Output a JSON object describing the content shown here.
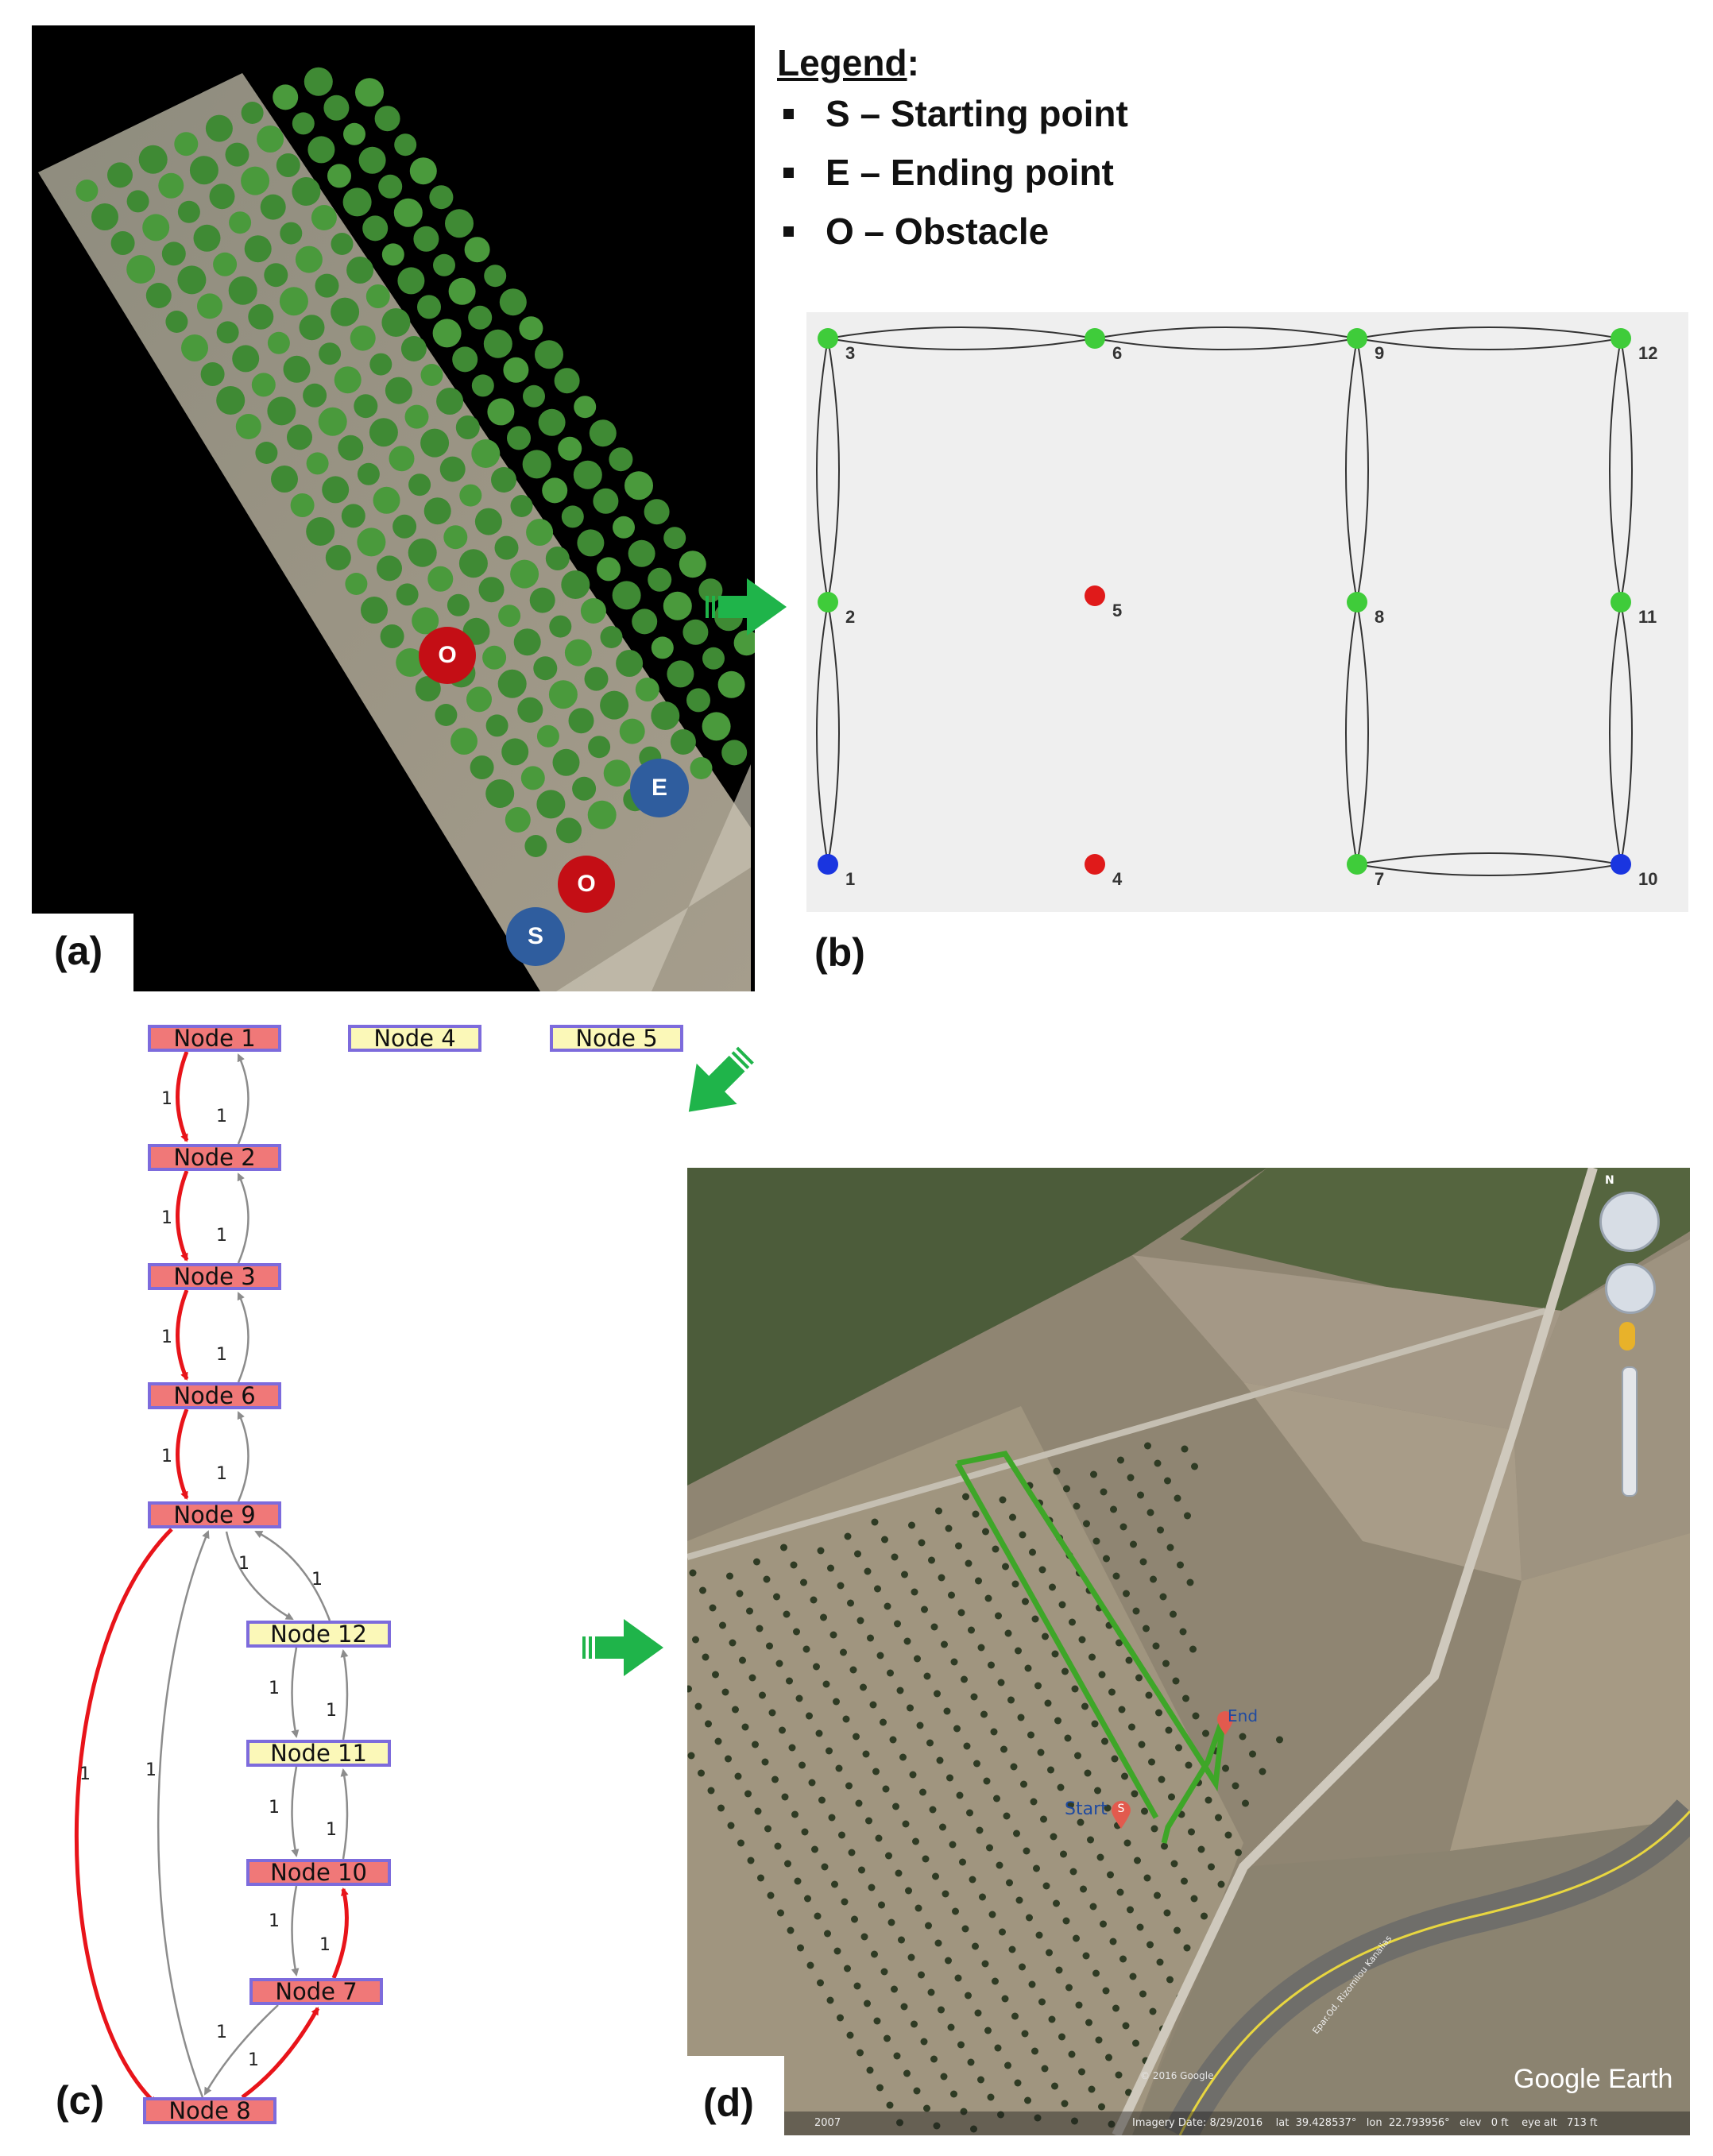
{
  "legend": {
    "title": "Legend",
    "items": [
      "S – Starting point",
      "E – Ending point",
      "O – Obstacle"
    ]
  },
  "panel_labels": {
    "a": "(a)",
    "b": "(b)",
    "c": "(c)",
    "d": "(d)"
  },
  "markers_a": {
    "obstacle": "O",
    "end": "E",
    "start": "S"
  },
  "graph_b": {
    "nodes": [
      {
        "id": "1",
        "color": "blue"
      },
      {
        "id": "2",
        "color": "green"
      },
      {
        "id": "3",
        "color": "green"
      },
      {
        "id": "4",
        "color": "red"
      },
      {
        "id": "5",
        "color": "red"
      },
      {
        "id": "6",
        "color": "green"
      },
      {
        "id": "7",
        "color": "green"
      },
      {
        "id": "8",
        "color": "green"
      },
      {
        "id": "9",
        "color": "green"
      },
      {
        "id": "10",
        "color": "blue"
      },
      {
        "id": "11",
        "color": "green"
      },
      {
        "id": "12",
        "color": "green"
      }
    ],
    "edges": [
      [
        "1",
        "2"
      ],
      [
        "2",
        "3"
      ],
      [
        "3",
        "6"
      ],
      [
        "6",
        "9"
      ],
      [
        "9",
        "12"
      ],
      [
        "9",
        "8"
      ],
      [
        "8",
        "7"
      ],
      [
        "12",
        "11"
      ],
      [
        "11",
        "10"
      ],
      [
        "7",
        "10"
      ]
    ]
  },
  "graph_c": {
    "nodes": [
      {
        "id": "node1",
        "label": "Node 1",
        "on_path": true
      },
      {
        "id": "node4",
        "label": "Node 4",
        "on_path": false
      },
      {
        "id": "node5",
        "label": "Node 5",
        "on_path": false
      },
      {
        "id": "node2",
        "label": "Node 2",
        "on_path": true
      },
      {
        "id": "node3",
        "label": "Node 3",
        "on_path": true
      },
      {
        "id": "node6",
        "label": "Node 6",
        "on_path": true
      },
      {
        "id": "node9",
        "label": "Node 9",
        "on_path": true
      },
      {
        "id": "node12",
        "label": "Node 12",
        "on_path": false
      },
      {
        "id": "node11",
        "label": "Node 11",
        "on_path": false
      },
      {
        "id": "node10",
        "label": "Node 10",
        "on_path": true
      },
      {
        "id": "node7",
        "label": "Node 7",
        "on_path": true
      },
      {
        "id": "node8",
        "label": "Node 8",
        "on_path": true
      }
    ],
    "edge_weight": "1"
  },
  "map_d": {
    "start_label": "Start",
    "end_label": "End",
    "start_pin": "S",
    "watermark": "Google Earth",
    "copyright": "© 2016 Google",
    "status_bar": "Imagery Date: 8/29/2016    lat  39.428537°   lon  22.793956°   elev   0 ft    eye alt   713 ft",
    "compass": "N",
    "road_label": "Epar.Od. Rizomilou Kanalias",
    "year": "2007"
  }
}
